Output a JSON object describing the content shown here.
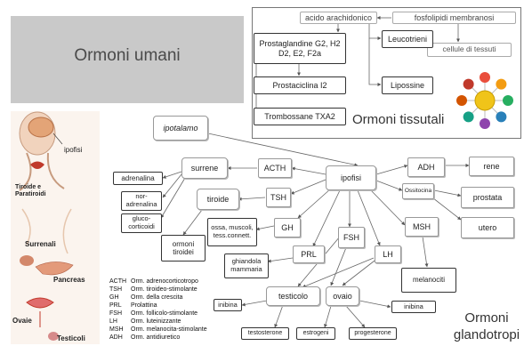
{
  "titles": {
    "main": "Ormoni umani",
    "tissue": "Ormoni tissutali",
    "gland_line1": "Ormoni",
    "gland_line2": "glandotropi"
  },
  "tissue_nodes": {
    "acido": "acido arachidonico",
    "fosfolipidi": "fosfolipidi membranosi",
    "cellule": "cellule di tessuti",
    "prostaglandine": "Prostaglandine G2, H2 D2, E2, F2a",
    "prostaciclina": "Prostaciclina I2",
    "trombossane": "Trombossane TXA2",
    "leucotrieni": "Leucotrieni",
    "lipossine": "Lipossine"
  },
  "gland_nodes": {
    "ipotalamo": "ipotalamo",
    "ipofisi": "ipofisi",
    "surrene": "surrene",
    "acth": "ACTH",
    "adrenalina": "adrenalina",
    "noradrenalina": "nor-adrenalina",
    "glucocorticoidi": "gluco-corticoidi",
    "tiroide": "tiroide",
    "tsh": "TSH",
    "ormoni_tiroidei": "ormoni tiroidei",
    "gh": "GH",
    "ossa": "ossa, muscoli, tess.connett.",
    "prl": "PRL",
    "ghiandola": "ghiandola mammaria",
    "fsh": "FSH",
    "lh": "LH",
    "adh": "ADH",
    "rene": "rene",
    "ossitocina": "Ossitocina",
    "prostata": "prostata",
    "utero": "utero",
    "msh": "MSH",
    "melanociti": "melanociti",
    "testicolo": "testicolo",
    "ovaio": "ovaio",
    "inibina1": "inibina",
    "inibina2": "inibina",
    "testosterone": "testosterone",
    "estrogeni": "estrogeni",
    "progesterone": "progesterone"
  },
  "body_labels": {
    "ipofisi": "ipofisi",
    "tiroide": "Tiroide e Paratiroidi",
    "surrenali": "Surrenali",
    "pancreas": "Pancreas",
    "ovaie": "Ovaie",
    "testicoli": "Testicoli"
  },
  "legend": [
    {
      "abbr": "ACTH",
      "desc": "Orm. adrenocorticotropo"
    },
    {
      "abbr": "TSH",
      "desc": "Orm. tiroideo-stimolante"
    },
    {
      "abbr": "GH",
      "desc": "Orm. della crescita"
    },
    {
      "abbr": "PRL",
      "desc": "Prolattina"
    },
    {
      "abbr": "FSH",
      "desc": "Orm. follicolo-stimolante"
    },
    {
      "abbr": "LH",
      "desc": "Orm. luteinizzante"
    },
    {
      "abbr": "MSH",
      "desc": "Orm. melanocita-stimolante"
    },
    {
      "abbr": "ADH",
      "desc": "Orm. antidiuretico"
    }
  ],
  "colors": {
    "title_panel": "#c9c9c9",
    "arrow": "#666666",
    "hub": "#f0c419",
    "satellites": [
      "#e94e3c",
      "#f39c12",
      "#27ae60",
      "#2980b9",
      "#8e44ad",
      "#16a085",
      "#d35400",
      "#c0392b"
    ]
  }
}
